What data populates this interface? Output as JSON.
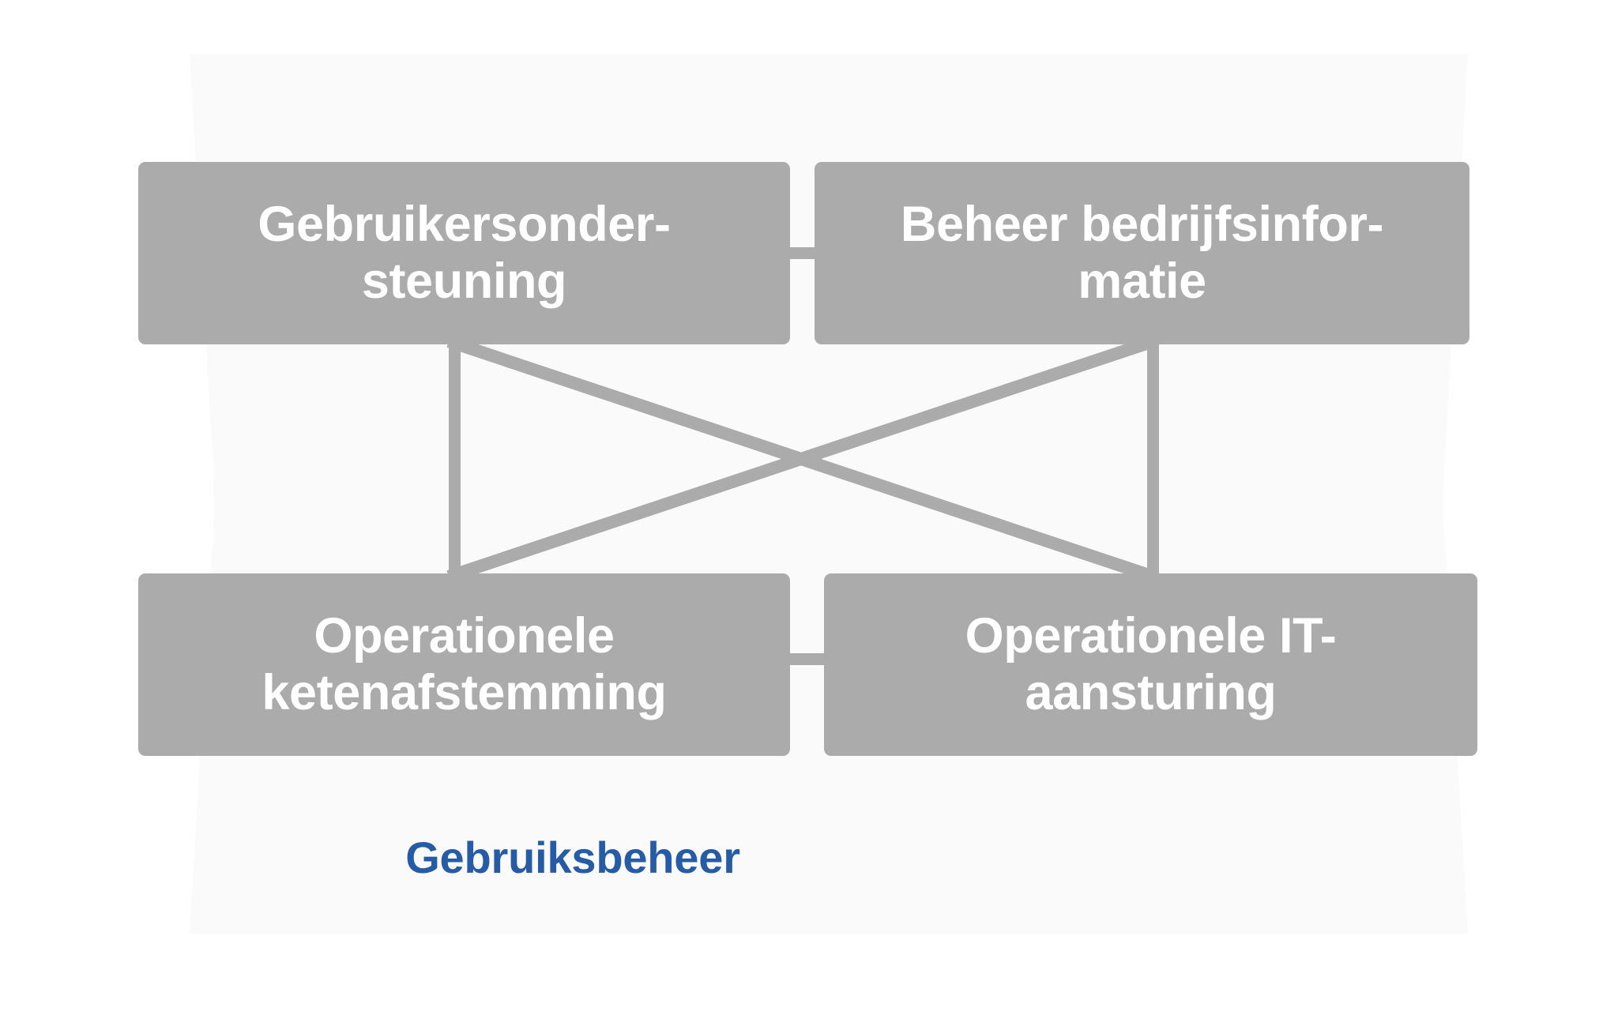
{
  "diagram": {
    "caption": "Gebruiksbeheer",
    "colors": {
      "box_fill": "#ababab",
      "box_text": "#ffffff",
      "connector": "#ababab",
      "backdrop": "#fafafa",
      "caption_text": "#265ba6",
      "page_background": "#ffffff"
    },
    "nodes": [
      {
        "id": "gebruikersondersteuning",
        "label": "Gebruikersonder-\nsteuning",
        "position": "top-left"
      },
      {
        "id": "beheer-bedrijfsinformatie",
        "label": "Beheer bedrijfsinfor-\nmatie",
        "position": "top-right"
      },
      {
        "id": "operationele-ketenafstemming",
        "label": "Operationele\nketenafstemming",
        "position": "bottom-left"
      },
      {
        "id": "operationele-it-aansturing",
        "label": "Operationele IT-\naansturing",
        "position": "bottom-right"
      }
    ],
    "connectors": [
      {
        "id": "top-left-to-top-right",
        "kind": "horizontal-stub"
      },
      {
        "id": "bottom-left-to-bottom-right",
        "kind": "horizontal-stub"
      },
      {
        "id": "top-left-to-bottom-left",
        "kind": "vertical"
      },
      {
        "id": "top-right-to-bottom-right",
        "kind": "vertical"
      },
      {
        "id": "top-left-to-bottom-right",
        "kind": "diagonal"
      },
      {
        "id": "top-right-to-bottom-left",
        "kind": "diagonal"
      }
    ]
  }
}
